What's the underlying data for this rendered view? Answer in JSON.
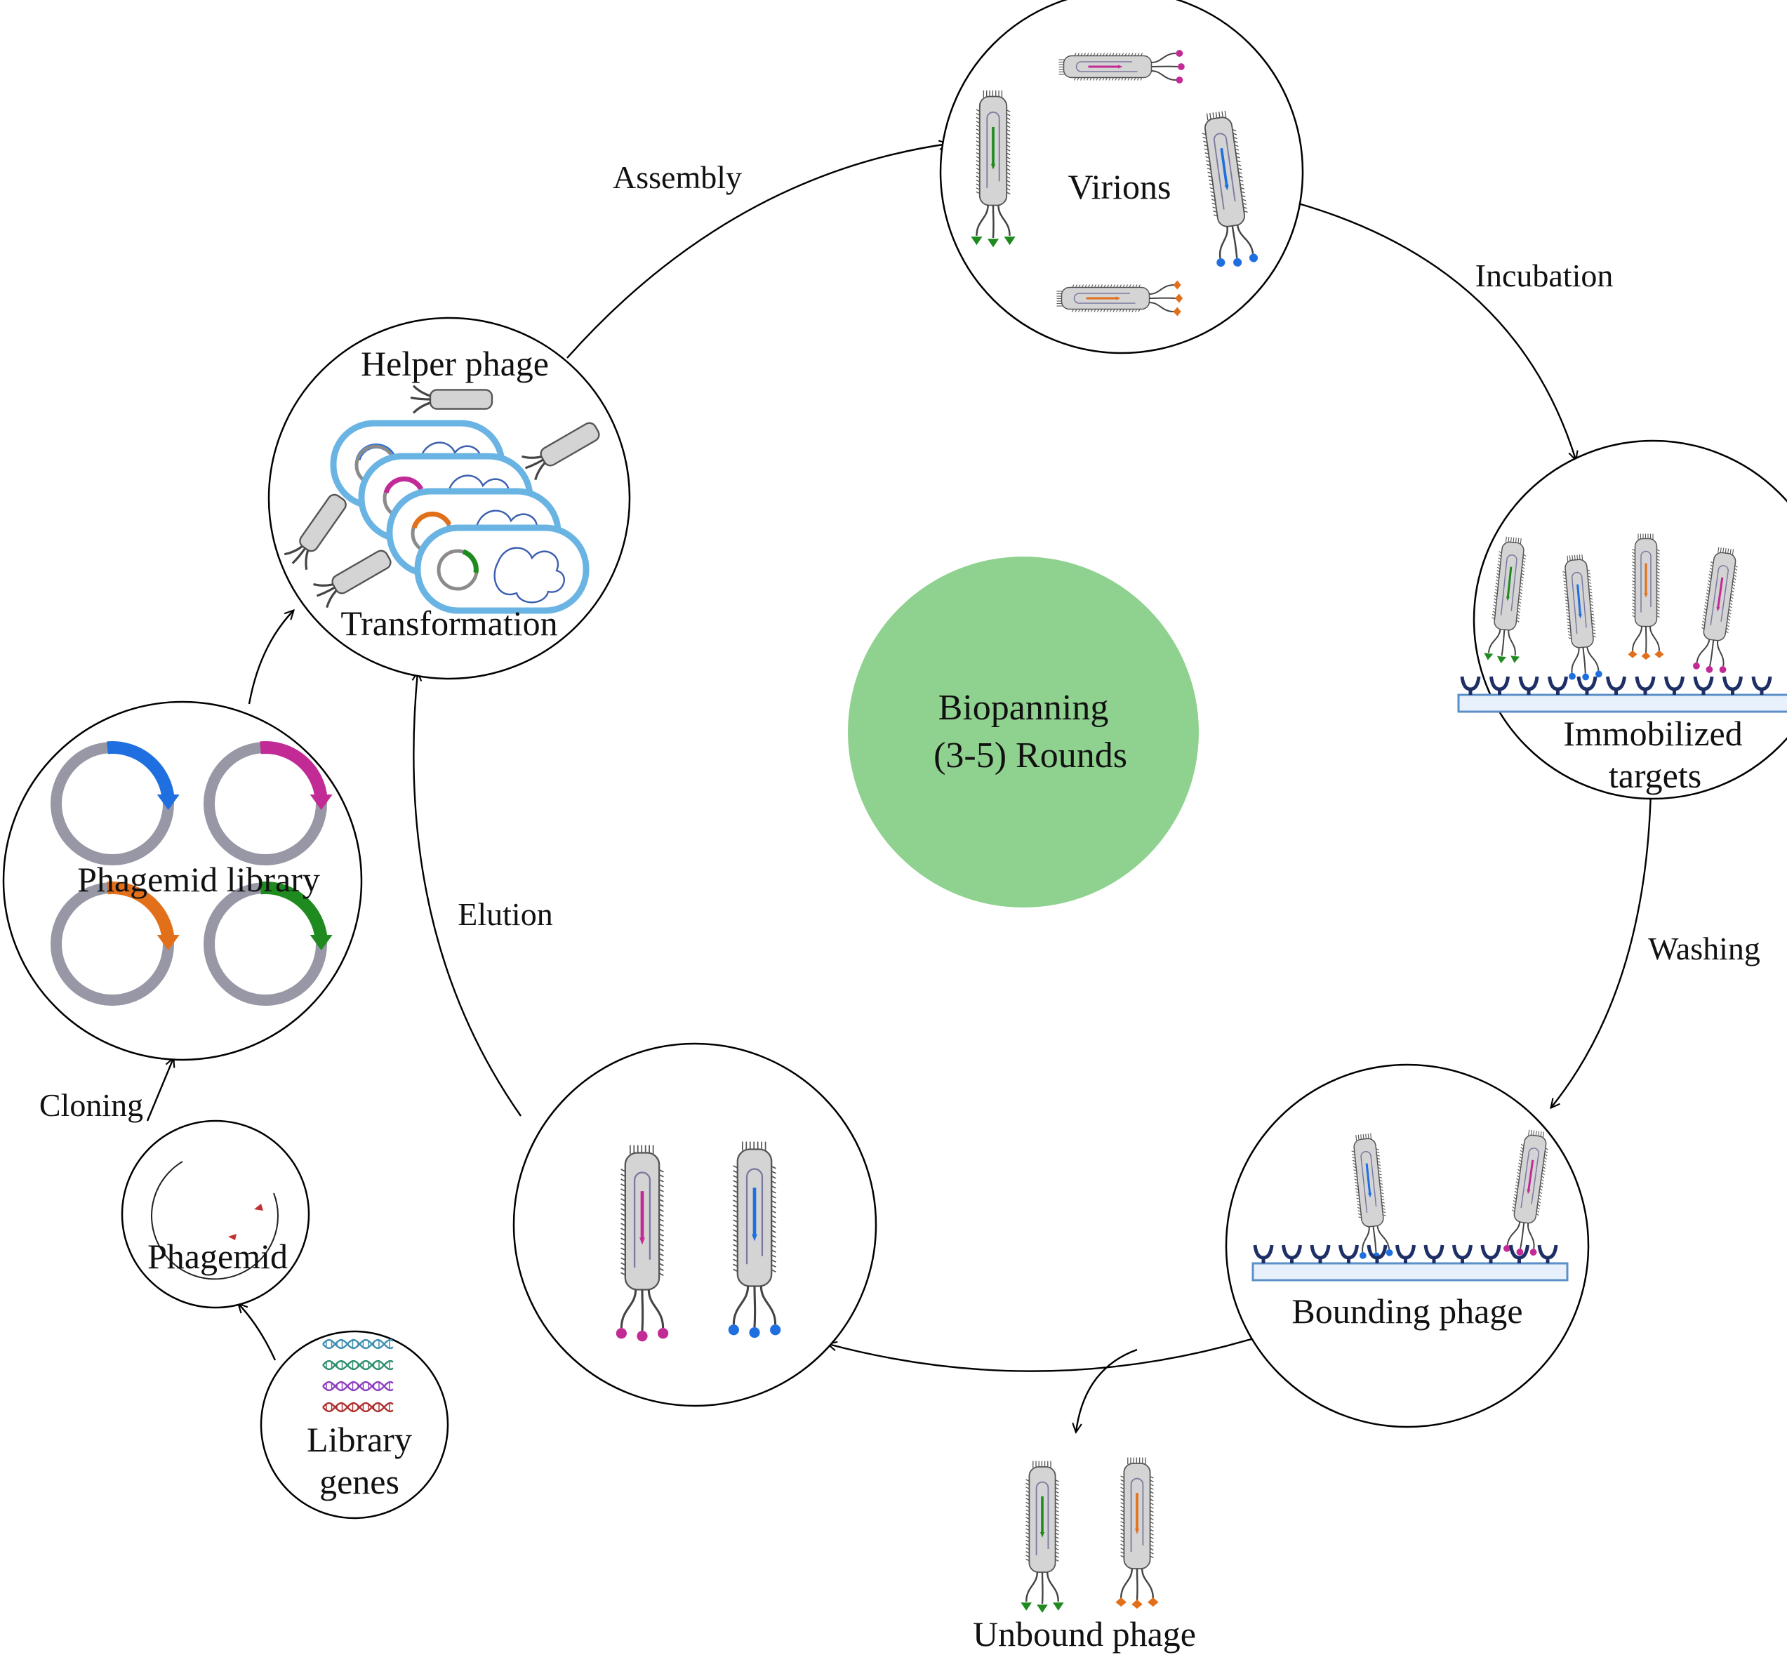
{
  "center": {
    "line1": "Biopanning",
    "line2": "(3-5) Rounds",
    "color": "#8fd18f"
  },
  "stages": {
    "virions": "Virions",
    "immobilized_line1": "Immobilized",
    "immobilized_line2": "targets",
    "bounding": "Bounding phage",
    "unbound": "Unbound phage",
    "helper": "Helper phage",
    "transformation": "Transformation",
    "phagemid_library": "Phagemid library",
    "phagemid": "Phagemid",
    "library_line1": "Library",
    "library_line2": "genes"
  },
  "steps": {
    "assembly": "Assembly",
    "incubation": "Incubation",
    "washing": "Washing",
    "elution": "Elution",
    "cloning": "Cloning"
  },
  "colors": {
    "green": "#1f8a1f",
    "blue": "#1f6fe0",
    "magenta": "#c22a96",
    "orange": "#e2701a",
    "dna_red": "#c03030"
  }
}
